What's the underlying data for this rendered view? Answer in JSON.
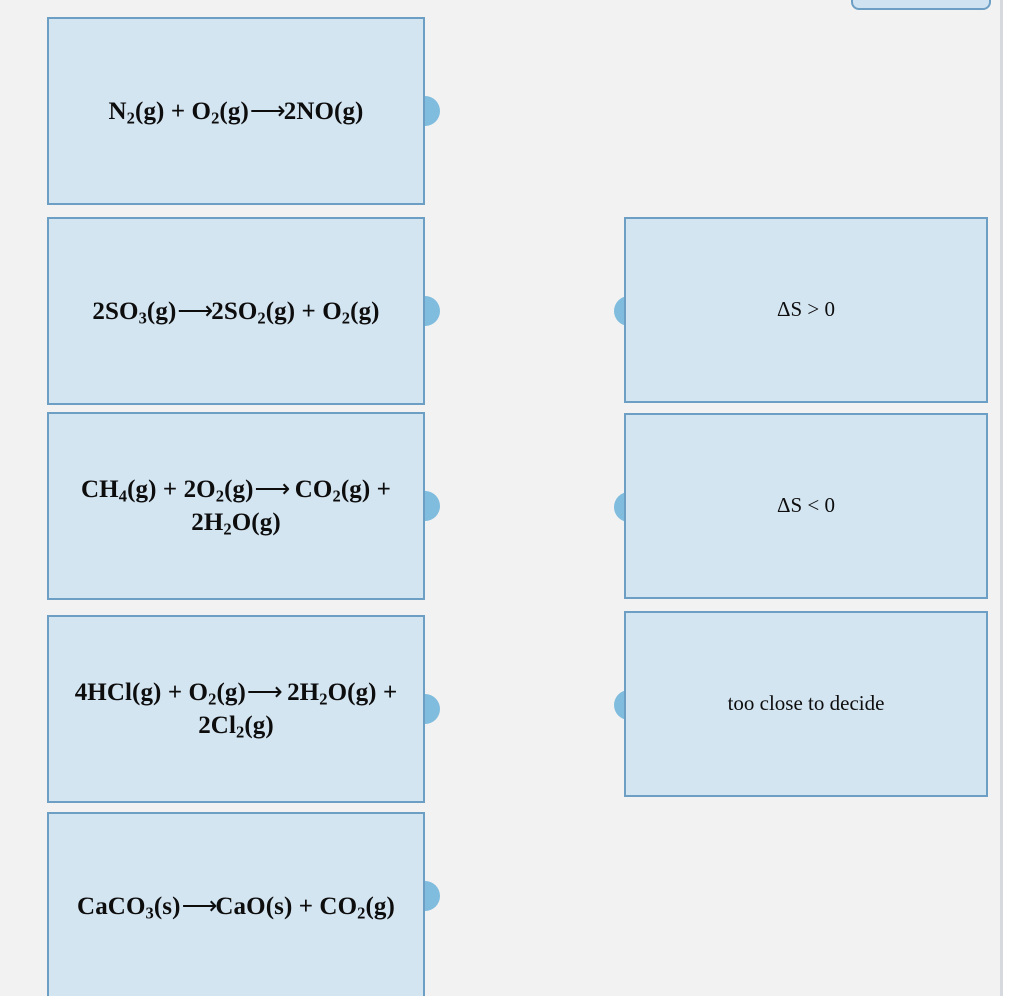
{
  "toolbar": {
    "submit_label": ""
  },
  "colors": {
    "tile_fill": "#d4e5f2",
    "tile_border": "#6d9fc4",
    "nub": "#80bcdd",
    "panel_background": "#f2f2f2",
    "page_background": "#ffffff"
  },
  "left_column": {
    "name": "reaction-equations",
    "tiles": [
      {
        "id": "reaction-1",
        "text": "N2(g) + O2(g)⟶2NO(g)",
        "parts": [
          {
            "t": "N"
          },
          {
            "sub": "2"
          },
          {
            "t": "(g) + O"
          },
          {
            "sub": "2"
          },
          {
            "t": "(g)"
          },
          {
            "arrow": "⟶"
          },
          {
            "t": "2NO(g)"
          }
        ]
      },
      {
        "id": "reaction-2",
        "text": "2SO3(g)⟶2SO2(g) + O2(g)",
        "parts": [
          {
            "t": "2SO"
          },
          {
            "sub": "3"
          },
          {
            "t": "(g)"
          },
          {
            "arrow": "⟶"
          },
          {
            "t": "2SO"
          },
          {
            "sub": "2"
          },
          {
            "t": "(g) + O"
          },
          {
            "sub": "2"
          },
          {
            "t": "(g)"
          }
        ]
      },
      {
        "id": "reaction-3",
        "text": "CH4(g) + 2O2(g)⟶CO2(g) + 2H2O(g)",
        "parts": [
          {
            "t": "CH"
          },
          {
            "sub": "4"
          },
          {
            "t": "(g) + 2O"
          },
          {
            "sub": "2"
          },
          {
            "t": "(g)"
          },
          {
            "arrow": "⟶"
          },
          {
            "t": " CO"
          },
          {
            "sub": "2"
          },
          {
            "t": "(g) + 2H"
          },
          {
            "sub": "2"
          },
          {
            "t": "O(g)"
          }
        ]
      },
      {
        "id": "reaction-4",
        "text": "4HCl(g) + O2(g)⟶2H2O(g) + 2Cl2(g)",
        "parts": [
          {
            "t": "4HCl(g) + O"
          },
          {
            "sub": "2"
          },
          {
            "t": "(g)"
          },
          {
            "arrow": "⟶"
          },
          {
            "t": " 2H"
          },
          {
            "sub": "2"
          },
          {
            "t": "O(g) + 2Cl"
          },
          {
            "sub": "2"
          },
          {
            "t": "(g)"
          }
        ]
      },
      {
        "id": "reaction-5",
        "text": "CaCO3(s)⟶CaO(s) + CO2(g)",
        "parts": [
          {
            "t": "CaCO"
          },
          {
            "sub": "3"
          },
          {
            "t": "(s)"
          },
          {
            "arrow": "⟶"
          },
          {
            "t": "CaO(s) + CO"
          },
          {
            "sub": "2"
          },
          {
            "t": "(g)"
          }
        ]
      }
    ]
  },
  "right_column": {
    "name": "answer-choices",
    "tiles": [
      {
        "id": "answer-1",
        "text": "ΔS > 0"
      },
      {
        "id": "answer-2",
        "text": "ΔS < 0"
      },
      {
        "id": "answer-3",
        "text": "too close to decide"
      }
    ]
  }
}
